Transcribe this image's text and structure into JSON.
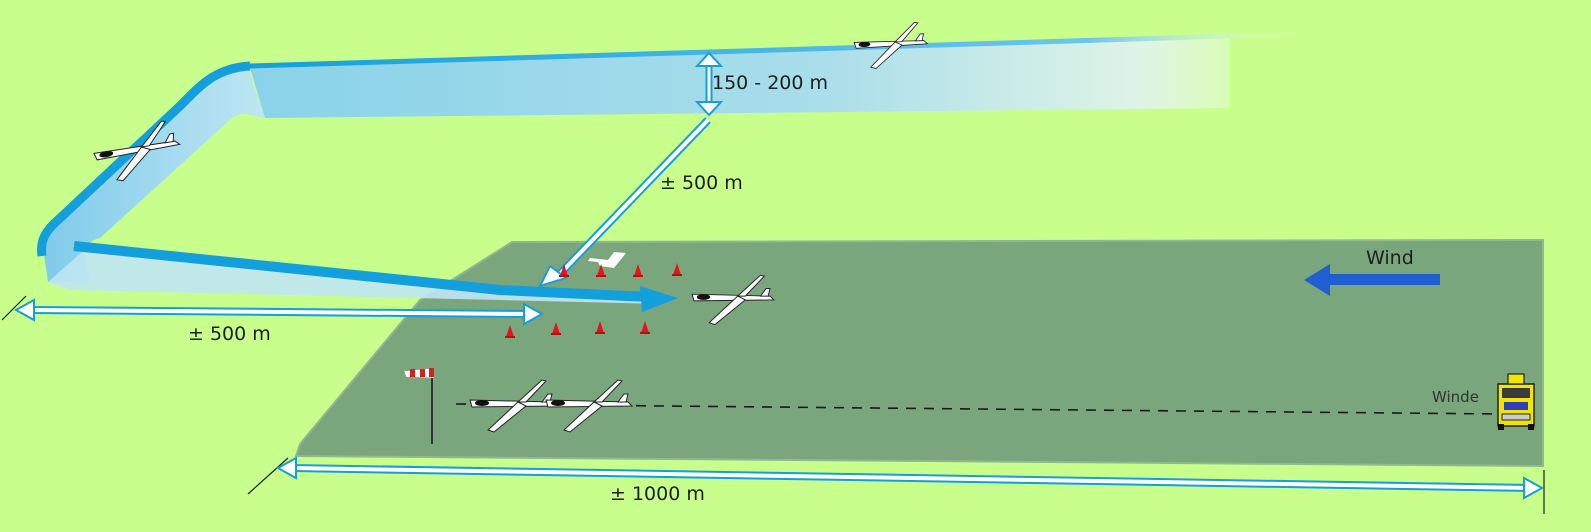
{
  "diagram": {
    "labels": {
      "height_band": "150 - 200 m",
      "diagonal_distance": "± 500 m",
      "approach_distance": "± 500 m",
      "field_length": "± 1000 m",
      "wind": "Wind",
      "winch": "Winde"
    },
    "colors": {
      "background": "#c8ff8c",
      "field": "#79a67c",
      "circuit": "#17a3dc",
      "wind_arrow": "#1f5fd1",
      "cone": "#e8121a",
      "windsock": "#d92020"
    },
    "icons": [
      "glider-icon",
      "winch-truck-icon",
      "windsock-icon",
      "landing-cone-icon",
      "landing-t-icon",
      "wind-arrow-icon"
    ]
  }
}
